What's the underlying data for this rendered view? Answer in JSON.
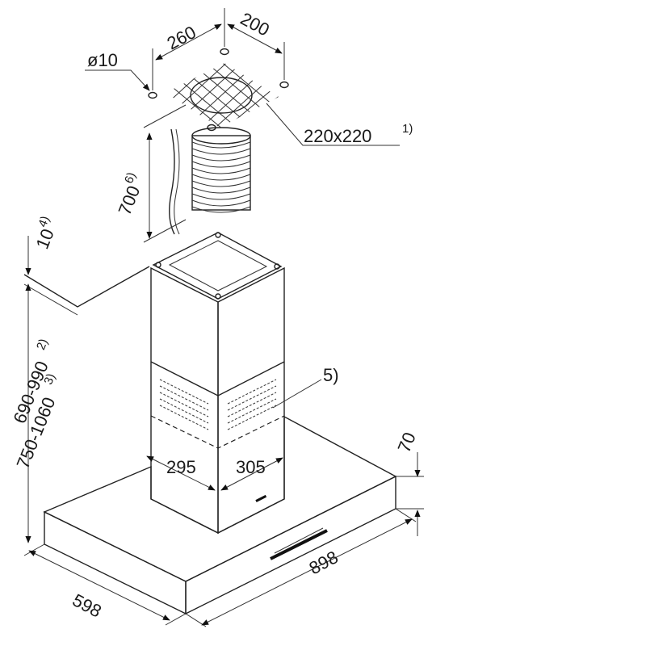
{
  "labels": {
    "hole_diameter": "ø10",
    "hole_spacing_a": "260",
    "hole_spacing_b": "200",
    "duct_opening": "220x220",
    "duct_opening_note": "1)",
    "duct_length": "700",
    "duct_length_note": "6)",
    "ceiling_gap": "10",
    "ceiling_gap_note": "4)",
    "height_range_a": "690-990",
    "height_range_a_note": "2)",
    "height_range_b": "750-1060",
    "height_range_b_note": "3)",
    "chimney_width_left": "295",
    "chimney_width_right": "305",
    "vent_note": "5)",
    "canopy_height": "70",
    "canopy_depth": "598",
    "canopy_width": "898"
  },
  "colors": {
    "line": "#222222",
    "shade_light": "#f2f2f2",
    "shade_mid": "#d9d9d9",
    "shade_dark": "#bdbdbd"
  },
  "icons": [
    "fixing-hole-icon",
    "vent-grille-icon",
    "control-panel-icon",
    "arrowhead-icon"
  ]
}
